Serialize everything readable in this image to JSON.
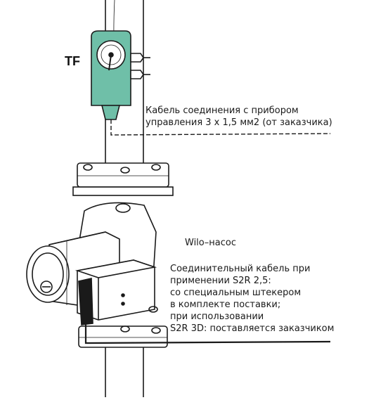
{
  "labels": {
    "tf": "TF",
    "cable_line1": "Кабель соединения с прибором",
    "cable_line2": "управления 3 х 1,5 мм2 (от заказчика)",
    "pump": "Wilo–насос",
    "conn_lines": [
      "Соединительный кабель при",
      "применении S2R 2,5:",
      "со специальным штекером",
      "в комплекте поставки;",
      "при использовании",
      "S2R 3D: поставляется заказчиком"
    ]
  },
  "colors": {
    "thermostat_body": "#6fbfa8",
    "line": "#1a1a1a",
    "background": "#ffffff"
  }
}
